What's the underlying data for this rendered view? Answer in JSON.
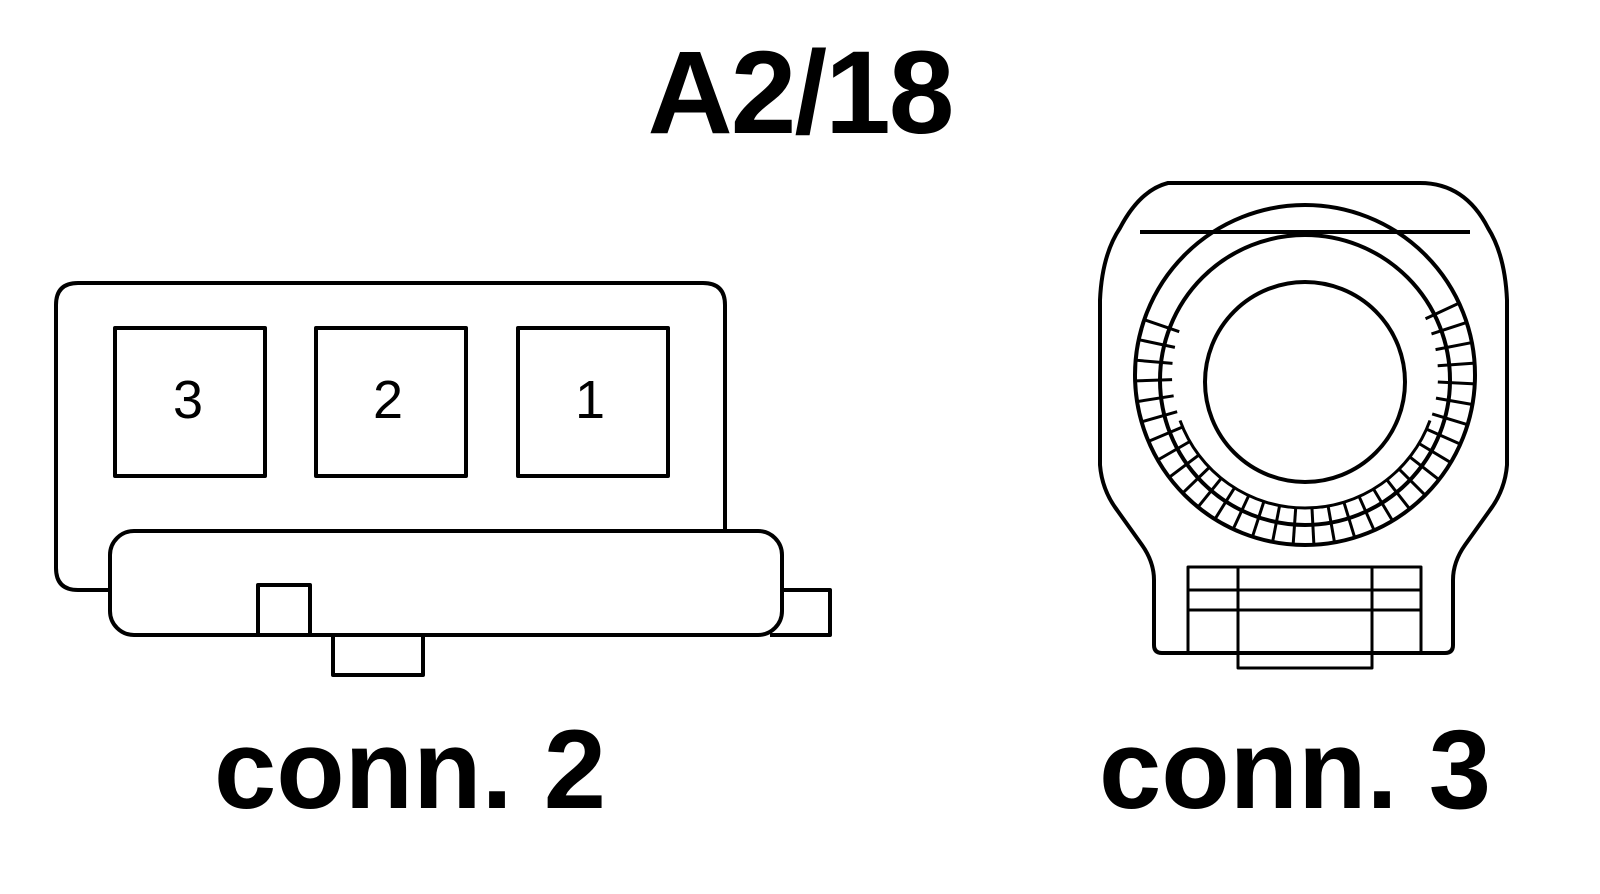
{
  "title": "A2/18",
  "connectors": [
    {
      "label": "conn. 2",
      "pins": [
        "3",
        "2",
        "1"
      ]
    },
    {
      "label": "conn. 3"
    }
  ],
  "colors": {
    "stroke": "#000000",
    "background": "#ffffff"
  }
}
